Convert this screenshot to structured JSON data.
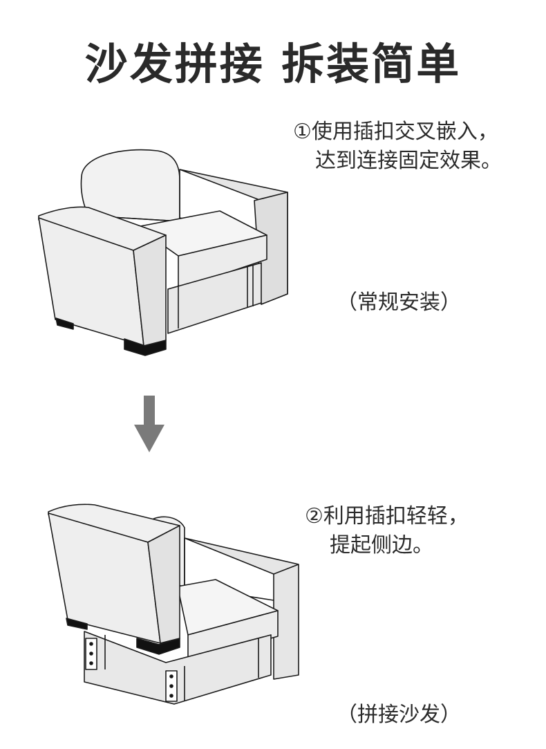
{
  "title": "沙发拼接 拆装简单",
  "step1": {
    "line1": "①使用插扣交叉嵌入，",
    "line2": "达到连接固定效果。",
    "caption": "（常规安装）"
  },
  "step2": {
    "line1": "②利用插扣轻轻，",
    "line2": "提起侧边。",
    "caption": "（拼接沙发）"
  },
  "colors": {
    "arrow": "#7a7a7a",
    "outline": "#1a1a1a",
    "fill": "#f3f3f3",
    "shade": "#dcdcdc",
    "feet": "#111111"
  }
}
